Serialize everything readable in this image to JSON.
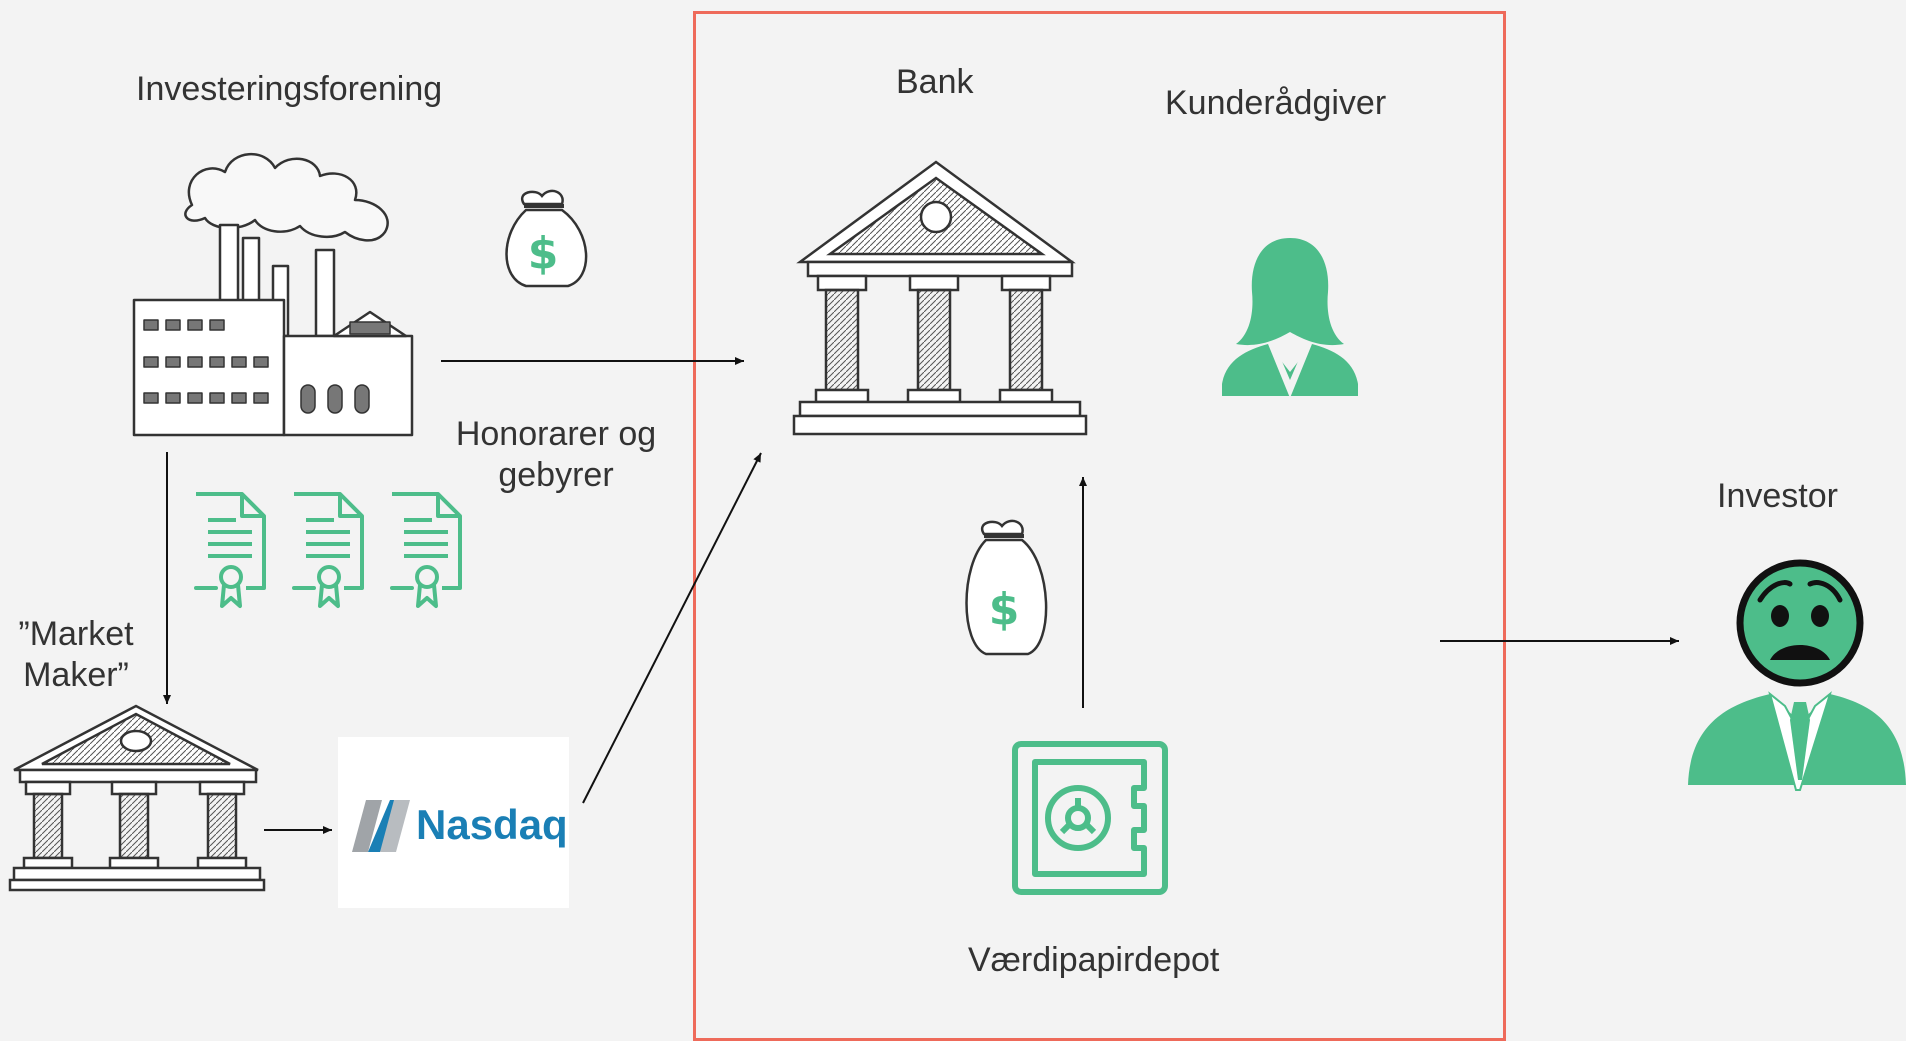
{
  "labels": {
    "fund": "Investeringsforening",
    "bank": "Bank",
    "advisor": "Kunderådgiver",
    "fees_line1": "Honorarer og",
    "fees_line2": "gebyrer",
    "market_maker_line1": "”Market",
    "market_maker_line2": "Maker”",
    "investor": "Investor",
    "depot": "Værdipapirdepot",
    "nasdaq": "Nasdaq"
  },
  "colors": {
    "accent_green": "#4dbd8a",
    "frame_red": "#ee6a5a",
    "ink": "#333333",
    "background": "#f3f3f3",
    "nasdaq_blue": "#1a7fb5"
  },
  "icons": {
    "fund": "factory-icon",
    "bank": "bank-building-icon",
    "market_maker": "bank-building-icon",
    "advisor": "female-advisor-icon",
    "investor": "sad-investor-icon",
    "money": "money-bag-icon",
    "certificates": "certificate-icon",
    "depot": "safe-icon",
    "exchange": "nasdaq-logo-icon"
  }
}
